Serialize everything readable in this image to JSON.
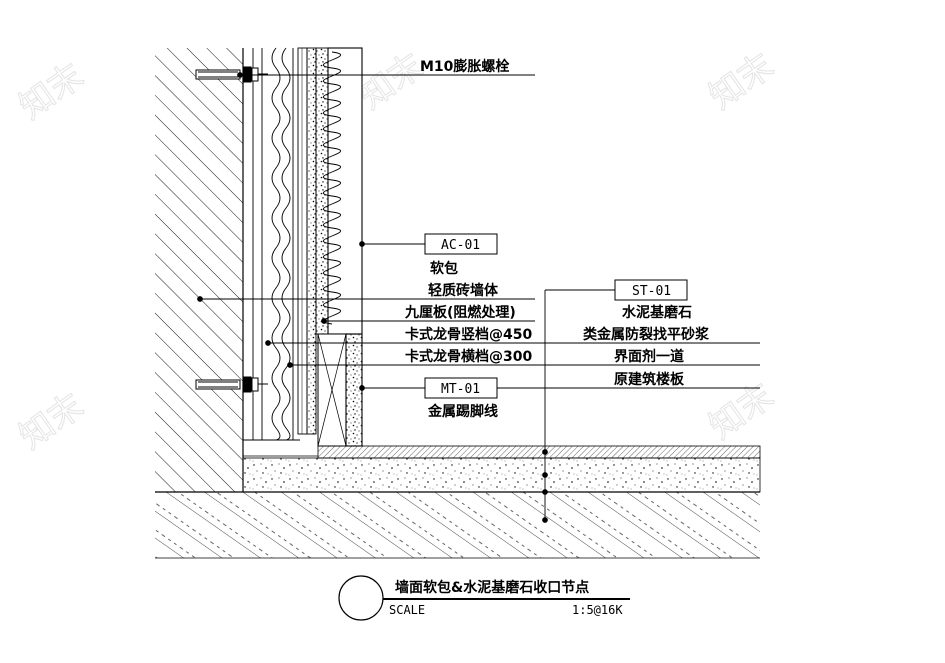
{
  "watermark": "知末",
  "labels": {
    "bolt": "M10膨胀螺栓",
    "ac_tag": "AC-01",
    "soft_pack": "软包",
    "light_brick": "轻质砖墙体",
    "plywood": "九厘板(阻燃处理)",
    "keel_v": "卡式龙骨竖档@450",
    "keel_h": "卡式龙骨横档@300",
    "mt_tag": "MT-01",
    "skirting": "金属踢脚线",
    "st_tag": "ST-01",
    "terrazzo": "水泥基磨石",
    "mortar": "类金属防裂找平砂浆",
    "interface": "界面剂一道",
    "slab": "原建筑楼板"
  },
  "title_block": {
    "title": "墙面软包&水泥基磨石收口节点",
    "scale_label": "SCALE",
    "scale_value": "1:5@16K"
  }
}
